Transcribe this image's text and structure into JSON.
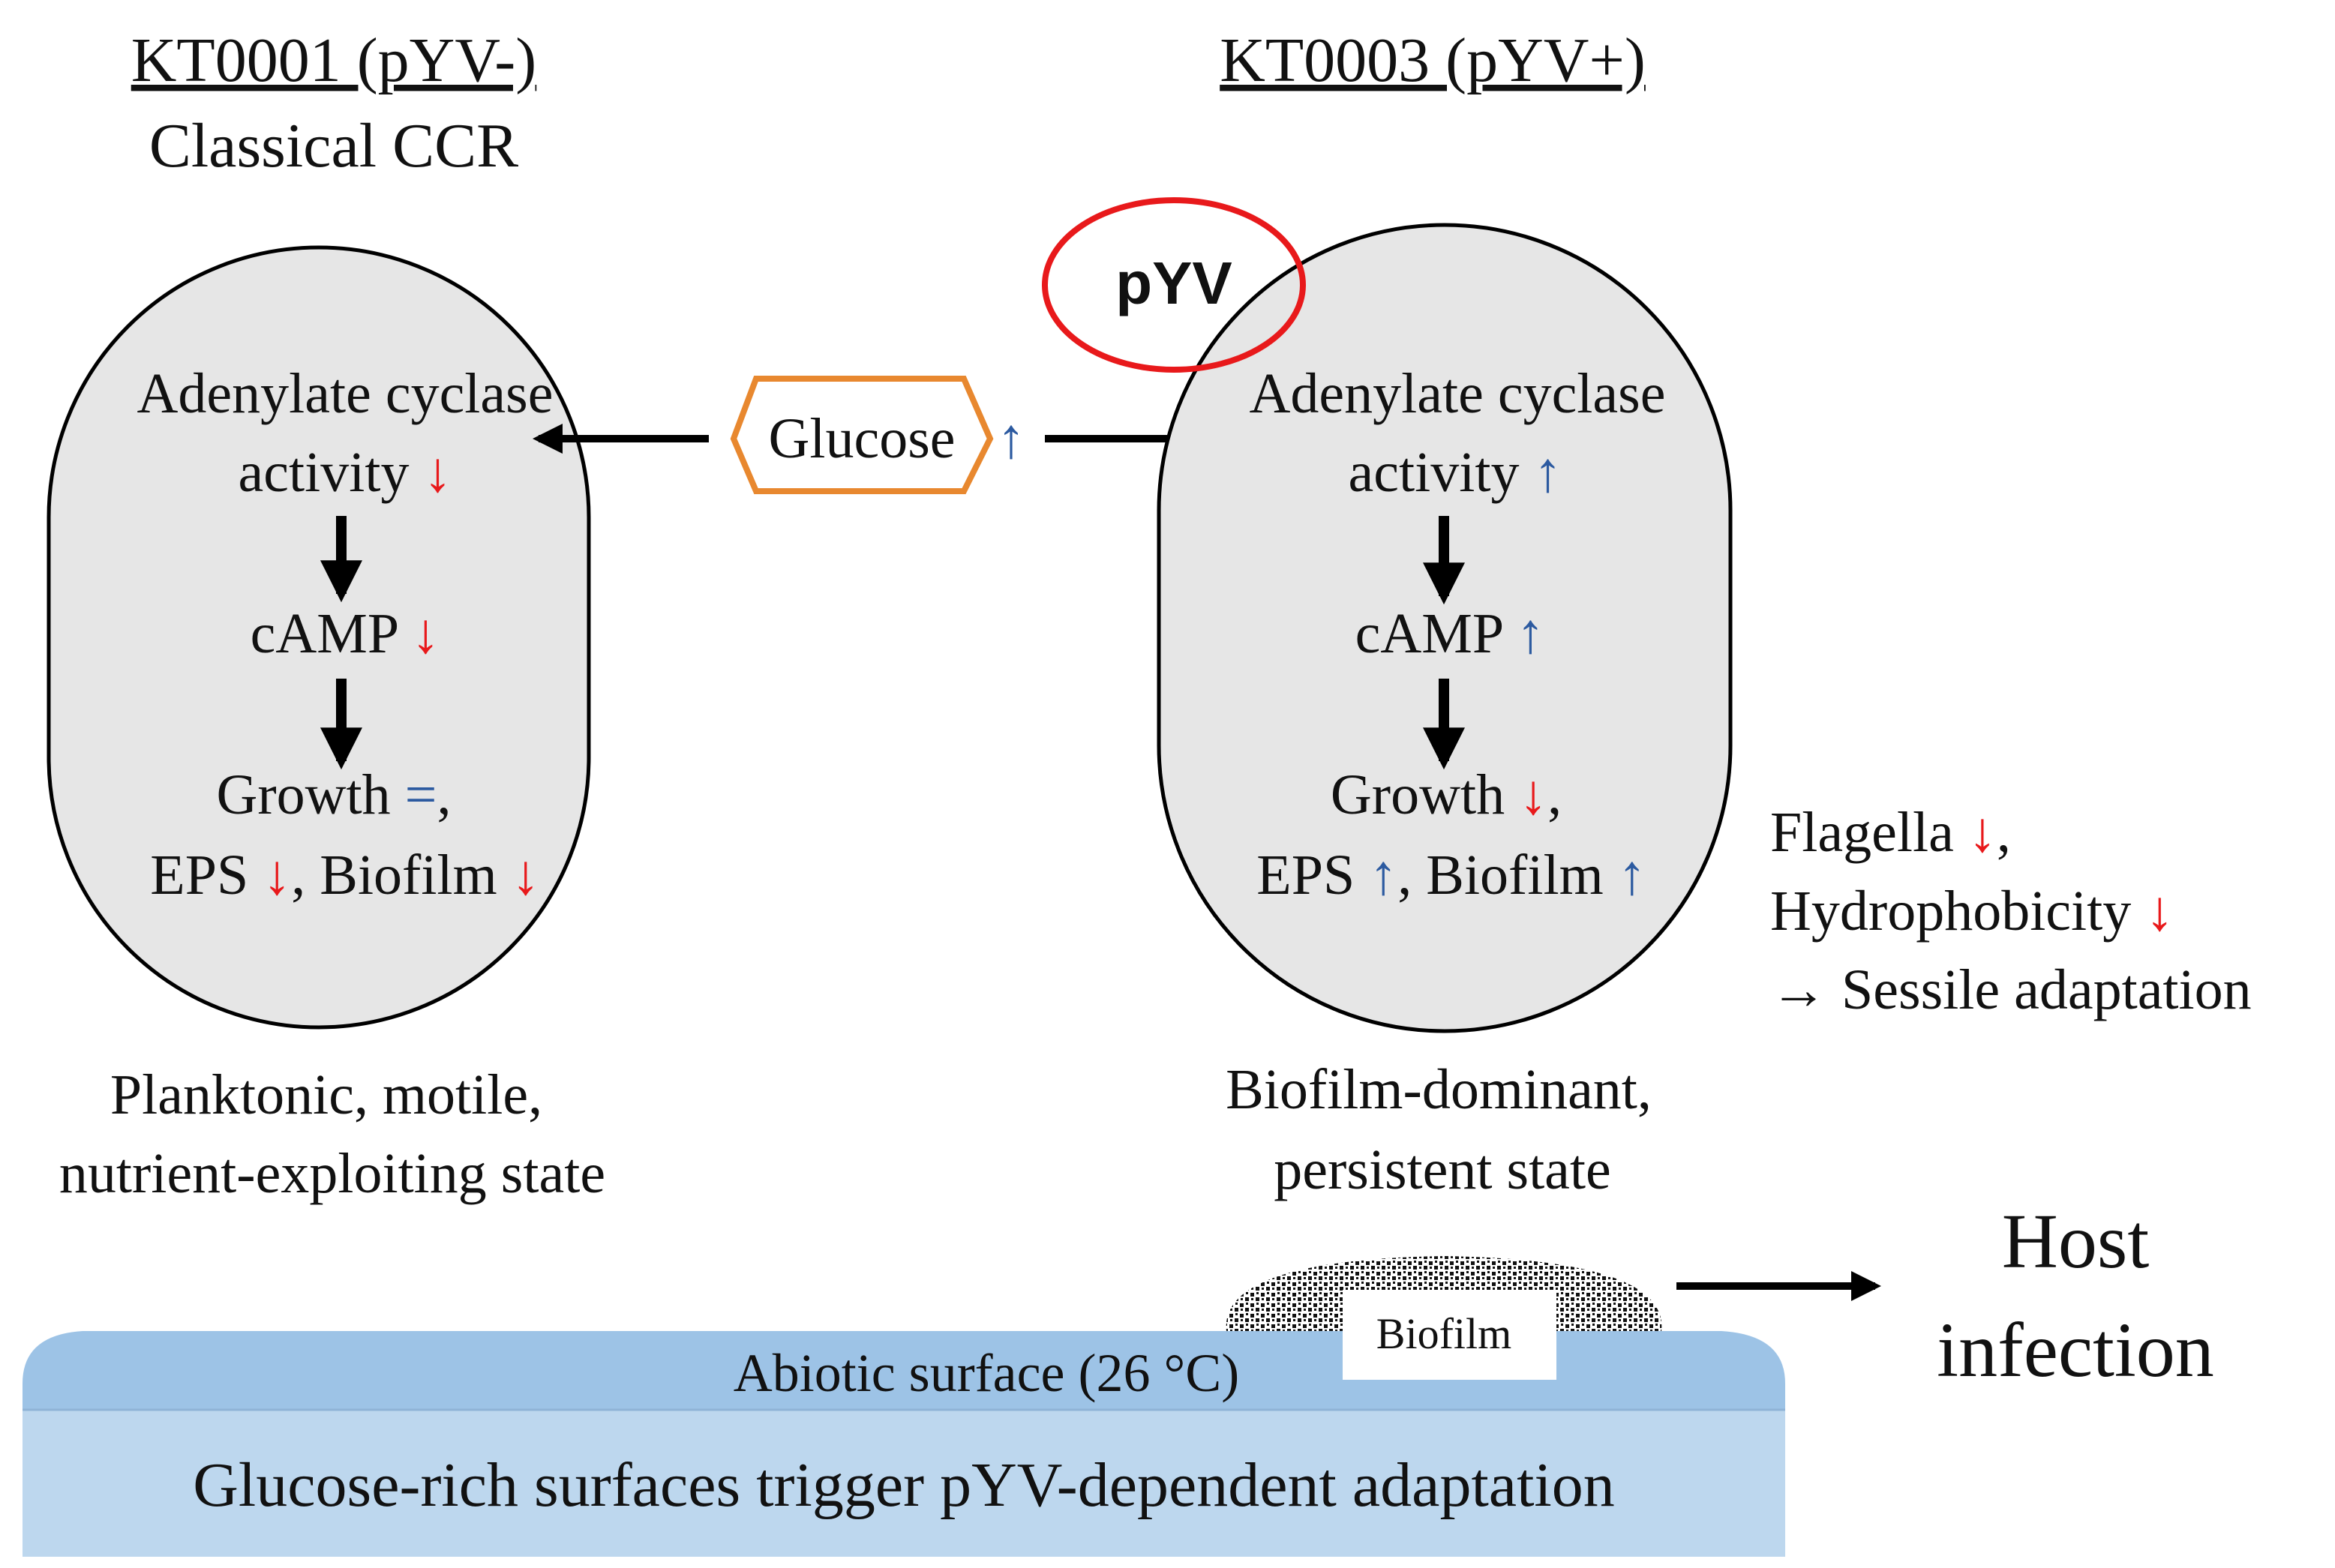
{
  "left_cell": {
    "title_underlined": "KT0001 (pYV-)",
    "subtitle": "Classical CCR",
    "line1": "Adenylate cyclase",
    "line2_text": "activity",
    "line2_arrow": "↓",
    "line3_text": "cAMP",
    "line3_arrow": "↓",
    "line4_text": "Growth",
    "line4_sym": "=",
    "line4_tail": ",",
    "line5_a": "EPS",
    "line5_a_arrow": "↓",
    "line5_b": ", Biofilm",
    "line5_b_arrow": "↓",
    "state_line1": "Planktonic, motile,",
    "state_line2": "nutrient-exploiting state"
  },
  "right_cell": {
    "title_underlined": "KT0003 (pYV+)",
    "plasmid_label": "pYV",
    "line1": "Adenylate cyclase",
    "line2_text": "activity",
    "line2_arrow": "↑",
    "line3_text": "cAMP",
    "line3_arrow": "↑",
    "line4_text": "Growth",
    "line4_arrow": "↓",
    "line4_tail": ",",
    "line5_a": "EPS",
    "line5_a_arrow": "↑",
    "line5_b": ", Biofilm",
    "line5_b_arrow": "↑",
    "state_line1": "Biofilm-dominant,",
    "state_line2": "persistent state"
  },
  "glucose": {
    "label": "Glucose",
    "arrow": "↑"
  },
  "side_notes": {
    "line1_text": "Flagella",
    "line1_arrow": "↓",
    "line1_tail": ",",
    "line2_text": "Hydrophobicity",
    "line2_arrow": "↓",
    "line3": "→ Sessile adaptation"
  },
  "surface": {
    "biofilm_label": "Biofilm",
    "abiotic_label": "Abiotic surface (26 °C)",
    "banner": "Glucose-rich surfaces trigger pYV-dependent adaptation"
  },
  "outcome": {
    "line1": "Host",
    "line2": "infection"
  },
  "colors": {
    "down_arrow": "#e8191b",
    "up_arrow": "#2c5aa0",
    "cell_fill": "#e6e6e6",
    "plasmid_ring": "#e8191b",
    "glucose_border": "#e8882f",
    "surface_top": "#9dc3e6",
    "surface_bottom": "#bdd7ee"
  }
}
